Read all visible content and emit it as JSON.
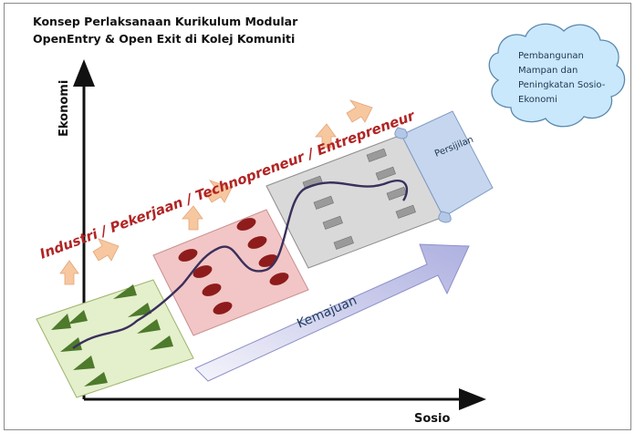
{
  "title": {
    "line1": "Konsep Perlaksanaan Kurikulum Modular",
    "line2": "OpenEntry & Open Exit di Kolej Komuniti"
  },
  "axes": {
    "y_label": "Ekonomi",
    "x_label": "Sosio"
  },
  "band_text": "Industri / Pekerjaan / Technopreneur / Entrepreneur",
  "cloud": {
    "lines": [
      "Pembangunan",
      "Mampan dan",
      "Peningkatan Sosio-",
      "Ekonomi"
    ]
  },
  "scroll": {
    "label": "Persijilan"
  },
  "progress_arrow": {
    "label": "Kemajuan"
  },
  "colors": {
    "green_block": "#e4efcc",
    "red_block": "#f2c6c6",
    "gray_block": "#d9d9d9",
    "scroll": "#c5d6ee",
    "cloud": "#c9e8fb",
    "band_text": "#b12424",
    "bumps": "#f7c79f",
    "arrow": "#c3c4e8"
  },
  "icons": {
    "green_block": "triangle-icon",
    "red_block": "oval-icon",
    "gray_block": "rectangle-icon"
  }
}
